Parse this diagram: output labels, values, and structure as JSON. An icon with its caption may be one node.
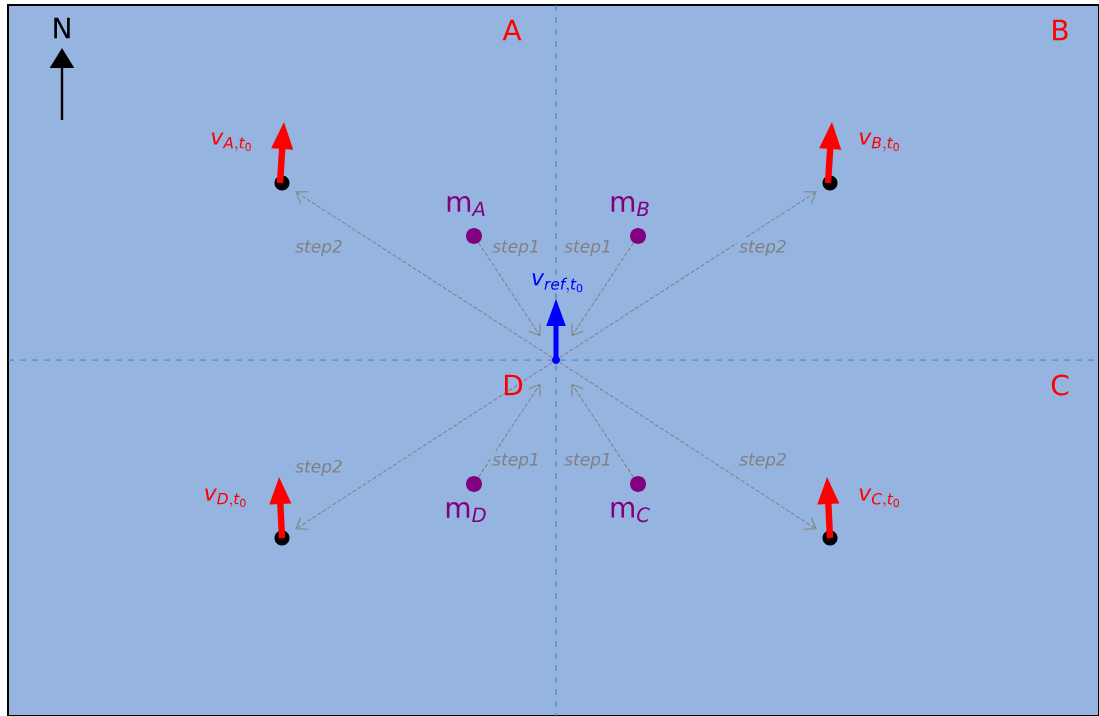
{
  "diagram": {
    "nodes": [
      {
        "text": [],
        "shape": "circle",
        "beside": [
          "v_{A,t_0}"
        ]
      },
      {
        "text": [],
        "shape": "circle",
        "beside": [
          "v_{B,t_0}"
        ]
      },
      {
        "text": [],
        "shape": "circle",
        "beside": [
          "\\mathrm{m}_{A}"
        ]
      },
      {
        "text": [],
        "shape": "circle",
        "beside": [
          "\\mathrm{m}_{B}"
        ]
      },
      {
        "text": [],
        "shape": "circle",
        "beside": [
          "v_{ref,t_0}"
        ]
      },
      {
        "text": [],
        "shape": "circle",
        "beside": [
          "\\mathrm{m}_{D}"
        ]
      },
      {
        "text": [],
        "shape": "circle",
        "beside": [
          "\\mathrm{m}_{C}"
        ]
      },
      {
        "text": [],
        "shape": "circle",
        "beside": [
          "v_{D,t_0}"
        ]
      },
      {
        "text": [],
        "shape": "circle",
        "beside": [
          "v_{C,t_0}"
        ]
      }
    ],
    "edges": [
      {
        "from": 2,
        "to": 4,
        "arrow": "to",
        "label": "step1",
        "style": "dashed"
      },
      {
        "from": 3,
        "to": 4,
        "arrow": "to",
        "label": "step1",
        "style": "dashed"
      },
      {
        "from": 4,
        "to": 0,
        "arrow": "to",
        "label": "step2",
        "style": "dashed"
      },
      {
        "from": 4,
        "to": 1,
        "arrow": "to",
        "label": "step2",
        "style": "dashed"
      },
      {
        "from": 5,
        "to": 4,
        "arrow": "to",
        "label": "step1",
        "style": "dashed"
      },
      {
        "from": 6,
        "to": 4,
        "arrow": "to",
        "label": "step1",
        "style": "dashed"
      },
      {
        "from": 4,
        "to": 7,
        "arrow": "to",
        "label": "step2",
        "style": "dashed"
      },
      {
        "from": 4,
        "to": 8,
        "arrow": "to",
        "label": "step2",
        "style": "dashed"
      }
    ],
    "labels": [
      "N",
      "A",
      "B",
      "D",
      "C"
    ]
  }
}
